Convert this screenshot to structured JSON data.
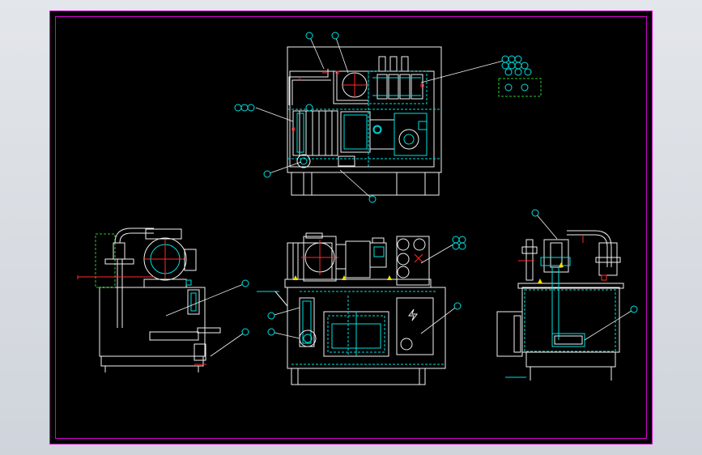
{
  "drawing": {
    "background": "#000000",
    "frame_color": "#d400d4",
    "line_colors": {
      "outline": "#f2f2f2",
      "hidden": "#00e0e0",
      "center": "#ff2a2a",
      "note_box": "#22cc22",
      "indicator": "#f0e000"
    },
    "views": [
      "top-view",
      "left-side-view",
      "front-view",
      "right-side-view"
    ]
  }
}
